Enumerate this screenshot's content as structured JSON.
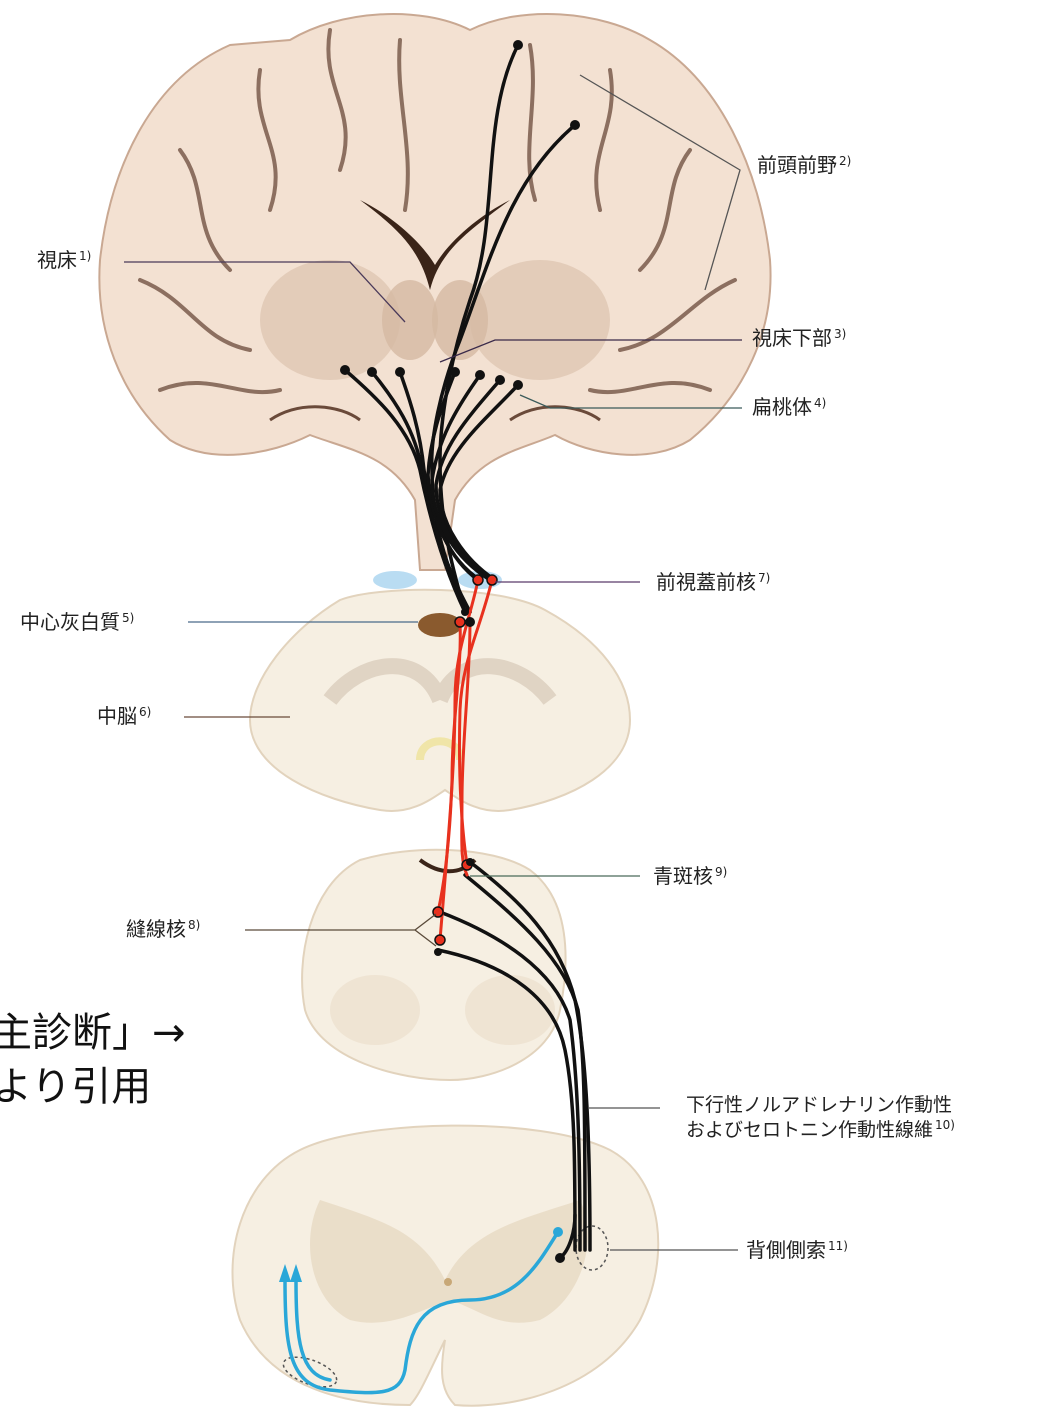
{
  "labels": {
    "thalamus": {
      "text": "視床",
      "num": "1)"
    },
    "prefrontal": {
      "text": "前頭前野",
      "num": "2)"
    },
    "hypothalamus": {
      "text": "視床下部",
      "num": "3)"
    },
    "amygdala": {
      "text": "扁桃体",
      "num": "4)"
    },
    "pag": {
      "text": "中心灰白質",
      "num": "5)"
    },
    "midbrain": {
      "text": "中脳",
      "num": "6)"
    },
    "pretectal": {
      "text": "前視蓋前核",
      "num": "7)"
    },
    "raphe": {
      "text": "縫線核",
      "num": "8)"
    },
    "locus": {
      "text": "青斑核",
      "num": "9)"
    },
    "descending_line1": "下行性ノルアドレナリン作動性",
    "descending_line2": "およびセロトニン作動性線維",
    "descending_num": "10)",
    "dlf": {
      "text": "背側側索",
      "num": "11)"
    }
  },
  "citation": {
    "line1": "主診断」→",
    "line2": "より引用"
  },
  "colors": {
    "brain_fill": "#f3e1d2",
    "brain_stroke": "#c9a892",
    "cord_fill": "#f6efe2",
    "grey_matter": "#e9dcc7",
    "black_fiber": "#111111",
    "red_fiber": "#e8311e",
    "blue_fiber": "#2aa7d8"
  }
}
